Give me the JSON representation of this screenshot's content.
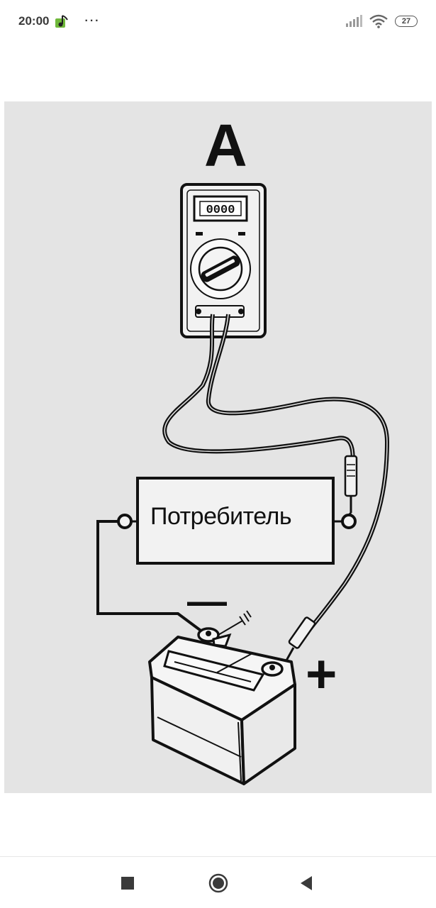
{
  "status_bar": {
    "time": "20:00",
    "more_indicator": "···",
    "battery_level": "27",
    "icons": [
      "music-note-icon",
      "signal-icon",
      "wifi-icon",
      "battery-icon"
    ]
  },
  "diagram": {
    "ammeter_label": "A",
    "consumer_label": "Потребитель",
    "minus_label": "—",
    "plus_label": "+",
    "meter_display": "0000"
  },
  "nav_bar": {
    "icons": [
      "recents-square-icon",
      "home-circle-icon",
      "back-triangle-icon"
    ]
  },
  "colors": {
    "image_background": "#e4e4e4",
    "ink": "#111111",
    "music_icon": "#6fb83a"
  }
}
